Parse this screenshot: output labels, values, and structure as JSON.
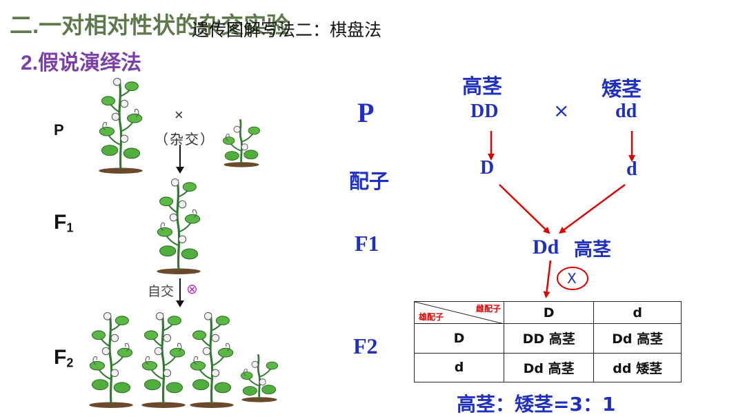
{
  "header": {
    "title_green": "二.一对相对性状的杂交实验",
    "title_black": "遗传图解写法二：棋盘法",
    "subtitle": "2.假说演绎法"
  },
  "left_diagram": {
    "gen_p": "P",
    "gen_f1": "F",
    "gen_f1_sub": "1",
    "gen_f2": "F",
    "gen_f2_sub": "2",
    "cross_symbol": "×",
    "cross_label": "（杂交）",
    "self_label": "自交",
    "self_symbol": "⊗"
  },
  "right_diagram": {
    "row_p": "P",
    "row_gamete": "配子",
    "row_f1": "F1",
    "row_f2": "F2",
    "parent_left_phenotype": "高茎",
    "parent_left_genotype": "DD",
    "cross_symbol": "×",
    "parent_right_phenotype": "矮茎",
    "parent_right_genotype": "dd",
    "gamete_left": "D",
    "gamete_right": "d",
    "f1_genotype": "Dd",
    "f1_phenotype": "高茎",
    "self_symbol": "X",
    "ratio": "高茎：矮茎=3：1"
  },
  "punnett": {
    "corner_female": "雌配子",
    "corner_male": "雄配子",
    "col_headers": [
      "D",
      "d"
    ],
    "rows": [
      {
        "header": "D",
        "cells": [
          "DD 高茎",
          "Dd 高茎"
        ]
      },
      {
        "header": "d",
        "cells": [
          "Dd 高茎",
          "dd 矮茎"
        ]
      }
    ]
  },
  "colors": {
    "title_green": "#5e7a4c",
    "subtitle_purple": "#7b3fa8",
    "blue_text": "#1f2fbf",
    "arrow_red": "#e00000"
  }
}
